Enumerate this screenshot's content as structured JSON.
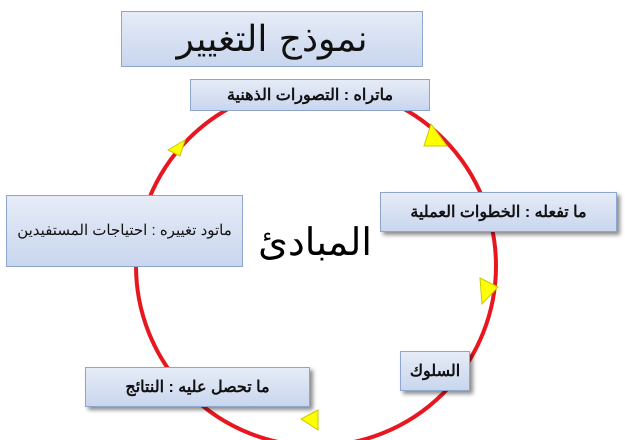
{
  "title": "نموذج التغيير",
  "center": "المبادئ",
  "nodes": {
    "top": "ماتراه : التصورات الذهنية",
    "right": "ما تفعله : الخطوات العملية",
    "bottom_right": "السلوك",
    "bottom_left": "ما تحصل عليه : النتائج",
    "left": "ماتود تغييره : احتياجات المستفيدين"
  },
  "colors": {
    "cycle": "#e8171f",
    "arrow_fill": "#ffff00",
    "box_border": "#8fa6cc"
  }
}
